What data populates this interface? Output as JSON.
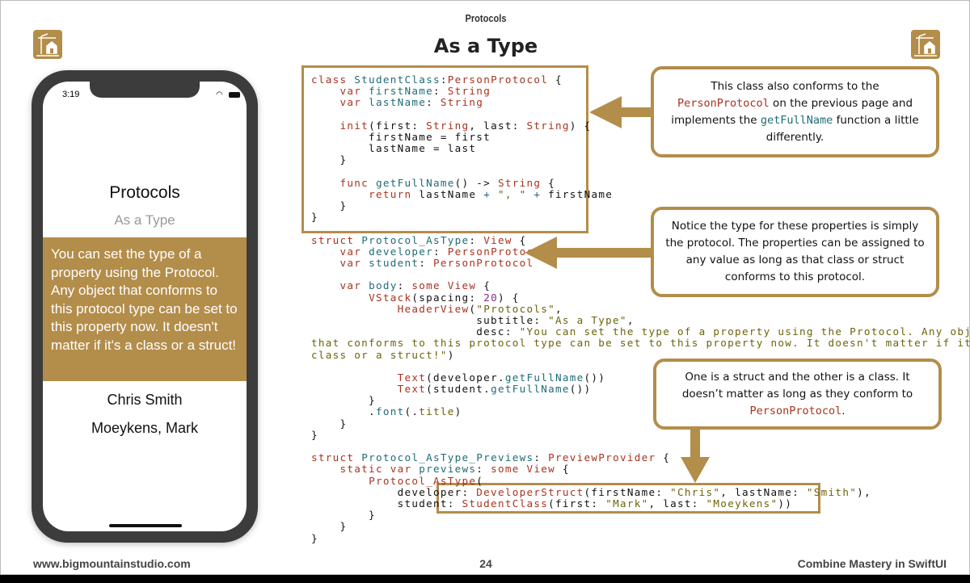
{
  "header": {
    "section": "Protocols",
    "title": "As a Type"
  },
  "footer": {
    "website": "www.bigmountainstudio.com",
    "page": "24",
    "book": "Combine Mastery in SwiftUI"
  },
  "brand_color": "#b38d4a",
  "phone": {
    "time": "3:19",
    "title": "Protocols",
    "subtitle": "As a Type",
    "desc": "You can set the type of a property using the Protocol. Any object that conforms to this protocol type can be set to this property now. It doesn't matter if it's a class or a struct!",
    "name1": "Chris Smith",
    "name2": "Moeykens, Mark"
  },
  "callouts": [
    {
      "pre": "This class also conforms to the ",
      "code1": "PersonProtocol",
      "mid": " on the previous page and implements the ",
      "code2": "getFullName",
      "post": " function a little differently."
    },
    {
      "text": "Notice the type for these properties is simply the protocol. The properties can be assigned to any value as long as that class or struct conforms to this protocol."
    },
    {
      "pre": "One is a struct and the other is a class. It doesn’t matter as long as they conform to ",
      "code1": "PersonProtocol",
      "post": "."
    }
  ],
  "code": [
    [
      [
        "k",
        "class "
      ],
      [
        "t",
        "StudentClass"
      ],
      [
        "",
        "："
      ],
      [
        "k",
        "PersonProtocol"
      ],
      [
        "",
        " {"
      ]
    ],
    [
      [
        "",
        "    "
      ],
      [
        "k",
        "var "
      ],
      [
        "t",
        "firstName"
      ],
      [
        "",
        ": "
      ],
      [
        "k",
        "String"
      ]
    ],
    [
      [
        "",
        "    "
      ],
      [
        "k",
        "var "
      ],
      [
        "t",
        "lastName"
      ],
      [
        "",
        ": "
      ],
      [
        "k",
        "String"
      ]
    ],
    [],
    [
      [
        "",
        "    "
      ],
      [
        "k",
        "init"
      ],
      [
        "",
        "(first: "
      ],
      [
        "k",
        "String"
      ],
      [
        "",
        ", last: "
      ],
      [
        "k",
        "String"
      ],
      [
        "",
        ") {"
      ]
    ],
    [
      [
        "",
        "        firstName = first"
      ]
    ],
    [
      [
        "",
        "        lastName = last"
      ]
    ],
    [
      [
        "",
        "    }"
      ]
    ],
    [],
    [
      [
        "",
        "    "
      ],
      [
        "k",
        "func "
      ],
      [
        "t",
        "getFullName"
      ],
      [
        "",
        "() -> "
      ],
      [
        "k",
        "String"
      ],
      [
        "",
        " {"
      ]
    ],
    [
      [
        "",
        "        "
      ],
      [
        "k",
        "return"
      ],
      [
        "",
        " lastName "
      ],
      [
        "t",
        "+"
      ],
      [
        "",
        " "
      ],
      [
        "s",
        "\", \""
      ],
      [
        "",
        " "
      ],
      [
        "t",
        "+"
      ],
      [
        "",
        " firstName"
      ]
    ],
    [
      [
        "",
        "    }"
      ]
    ],
    [
      [
        "",
        "}"
      ]
    ],
    [],
    [
      [
        "k",
        "struct "
      ],
      [
        "t",
        "Protocol_AsType"
      ],
      [
        "",
        ": "
      ],
      [
        "k",
        "View"
      ],
      [
        "",
        " {"
      ]
    ],
    [
      [
        "",
        "    "
      ],
      [
        "k",
        "var "
      ],
      [
        "t",
        "developer"
      ],
      [
        "",
        ": "
      ],
      [
        "k",
        "PersonProtocol"
      ]
    ],
    [
      [
        "",
        "    "
      ],
      [
        "k",
        "var "
      ],
      [
        "t",
        "student"
      ],
      [
        "",
        ": "
      ],
      [
        "k",
        "PersonProtocol"
      ]
    ],
    [],
    [
      [
        "",
        "    "
      ],
      [
        "k",
        "var "
      ],
      [
        "t",
        "body"
      ],
      [
        "",
        ": "
      ],
      [
        "k",
        "some View"
      ],
      [
        "",
        " {"
      ]
    ],
    [
      [
        "",
        "        "
      ],
      [
        "k",
        "VStack"
      ],
      [
        "",
        "(spacing: "
      ],
      [
        "n",
        "20"
      ],
      [
        "",
        ") {"
      ]
    ],
    [
      [
        "",
        "            "
      ],
      [
        "k",
        "HeaderView"
      ],
      [
        "",
        "("
      ],
      [
        "s",
        "\"Protocols\""
      ],
      [
        "",
        ","
      ]
    ],
    [
      [
        "",
        "                       subtitle: "
      ],
      [
        "s",
        "\"As a Type\""
      ],
      [
        "",
        ","
      ]
    ],
    [
      [
        "",
        "                       desc: "
      ],
      [
        "s",
        "\"You can set the type of a property using the Protocol. Any object"
      ]
    ],
    [
      [
        "s",
        "that conforms to this protocol type can be set to this property now. It doesn't matter if it's a"
      ]
    ],
    [
      [
        "s",
        "class or a struct!\""
      ],
      [
        "",
        ")"
      ]
    ],
    [],
    [
      [
        "",
        "            "
      ],
      [
        "k",
        "Text"
      ],
      [
        "",
        "(developer."
      ],
      [
        "t",
        "getFullName"
      ],
      [
        "",
        "())"
      ]
    ],
    [
      [
        "",
        "            "
      ],
      [
        "k",
        "Text"
      ],
      [
        "",
        "(student."
      ],
      [
        "t",
        "getFullName"
      ],
      [
        "",
        "())"
      ]
    ],
    [
      [
        "",
        "        }"
      ]
    ],
    [
      [
        "",
        "        ."
      ],
      [
        "t",
        "font"
      ],
      [
        "",
        "(."
      ],
      [
        "s",
        "title"
      ],
      [
        "",
        ")"
      ]
    ],
    [
      [
        "",
        "    }"
      ]
    ],
    [
      [
        "",
        "}"
      ]
    ],
    [],
    [
      [
        "k",
        "struct "
      ],
      [
        "t",
        "Protocol_AsType_Previews"
      ],
      [
        "",
        ": "
      ],
      [
        "k",
        "PreviewProvider"
      ],
      [
        "",
        " {"
      ]
    ],
    [
      [
        "",
        "    "
      ],
      [
        "k",
        "static var "
      ],
      [
        "t",
        "previews"
      ],
      [
        "",
        ": "
      ],
      [
        "k",
        "some View"
      ],
      [
        "",
        " {"
      ]
    ],
    [
      [
        "",
        "        "
      ],
      [
        "k",
        "Protocol_AsType"
      ],
      [
        "",
        "("
      ]
    ],
    [
      [
        "",
        "            developer: "
      ],
      [
        "k",
        "DeveloperStruct"
      ],
      [
        "",
        "(firstName: "
      ],
      [
        "s",
        "\"Chris\""
      ],
      [
        "",
        ", lastName: "
      ],
      [
        "s",
        "\"Smith\""
      ],
      [
        "",
        "),"
      ]
    ],
    [
      [
        "",
        "            student: "
      ],
      [
        "k",
        "StudentClass"
      ],
      [
        "",
        "(first: "
      ],
      [
        "s",
        "\"Mark\""
      ],
      [
        "",
        ", last: "
      ],
      [
        "s",
        "\"Moeykens\""
      ],
      [
        "",
        "))"
      ]
    ],
    [
      [
        "",
        "        }"
      ]
    ],
    [
      [
        "",
        "    }"
      ]
    ],
    [
      [
        "",
        "}"
      ]
    ]
  ]
}
